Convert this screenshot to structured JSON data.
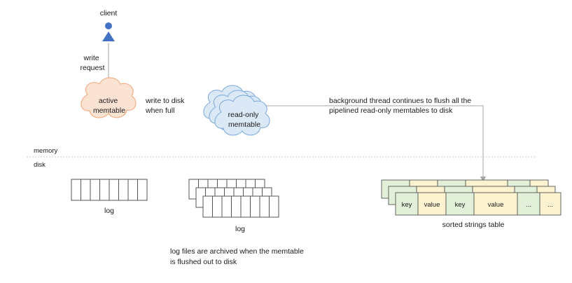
{
  "client": {
    "label": "client"
  },
  "write_request": {
    "line1": "write",
    "line2": "request"
  },
  "active_memtable": {
    "line1": "active",
    "line2": "memtable",
    "fill": "#fbe3d4",
    "stroke": "#f0a373"
  },
  "write_to_disk": {
    "line1": "write to disk",
    "line2": "when full"
  },
  "readonly_memtable": {
    "line1": "read-only",
    "line2": "memtable",
    "fill": "#dbe9f7",
    "stroke": "#7aa7d9"
  },
  "background_note": {
    "line1": "background thread continues to flush all the",
    "line2": "pipelined read-only memtables to disk"
  },
  "tiers": {
    "memory": "memory",
    "disk": "disk"
  },
  "log_single": {
    "label": "log"
  },
  "log_stack": {
    "label": "log"
  },
  "archive_note": {
    "line1": "log files are archived when the memtable",
    "line2": "is flushed out to disk"
  },
  "sstable": {
    "label": "sorted strings table",
    "cells": [
      "key",
      "value",
      "key",
      "value",
      "...",
      "..."
    ],
    "key_fill": "#e3f0d9",
    "value_fill": "#fdf3d0"
  },
  "colors": {
    "client_icon": "#4472c4",
    "arrow": "#a6a6a6"
  }
}
